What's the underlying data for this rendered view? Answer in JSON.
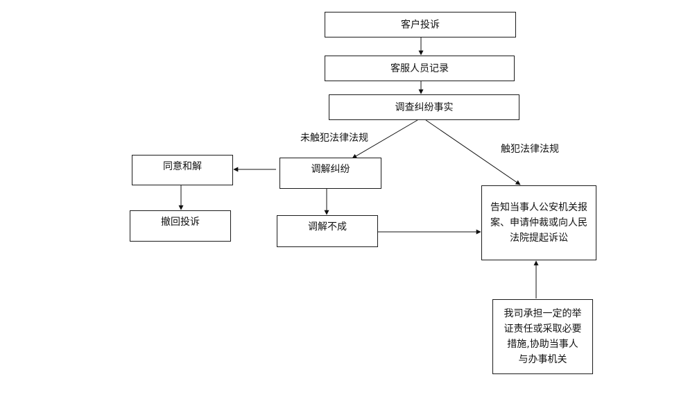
{
  "nodes": {
    "complaint": "客户投诉",
    "record": "客服人员记录",
    "investigate": "调查纠纷事实",
    "mediate": "调解纠纷",
    "agree": "同意和解",
    "withdraw": "撤回投诉",
    "mediation_failed": "调解不成",
    "inform": "告知当事人公安机关报案、申请仲裁或向人民法院提起诉讼",
    "company_burden": "我司承担一定的举证责任或采取必要措施,协助当事人与办事机关"
  },
  "edge_labels": {
    "no_violation": "未触犯法律法规",
    "violation": "触犯法律法规"
  }
}
